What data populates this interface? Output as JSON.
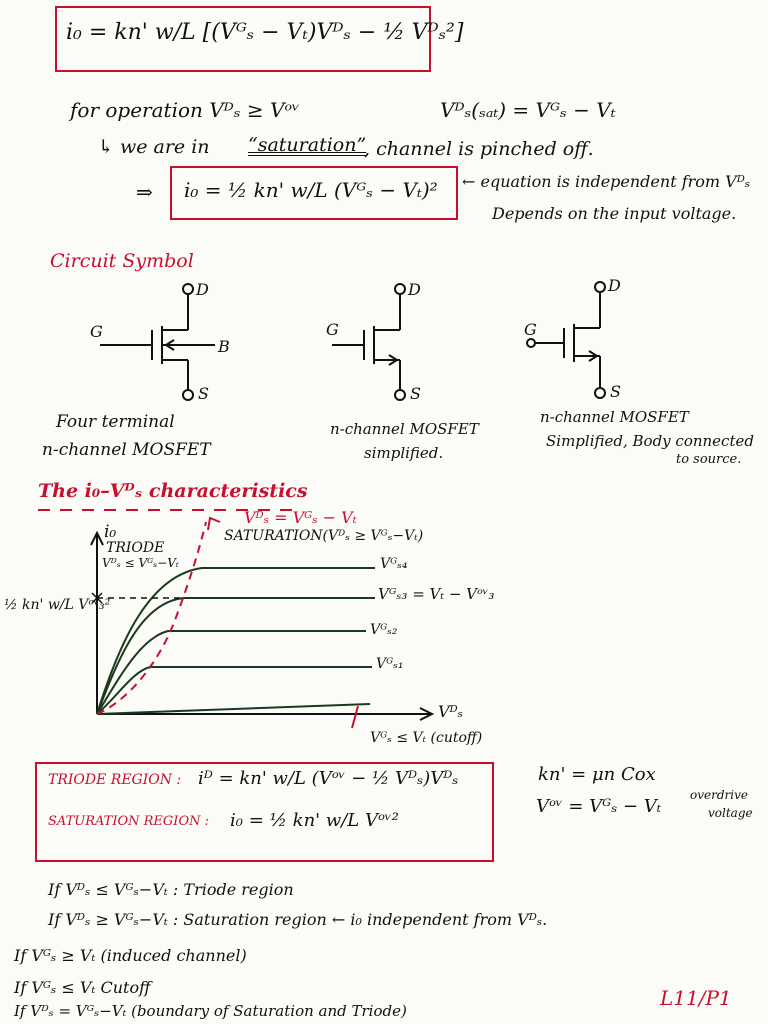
{
  "colors": {
    "ink": "#111111",
    "accent": "#c8102e",
    "paper": "#fbfbf8"
  },
  "top_equation": "i₀ = kn' w/L [(Vᴳₛ − Vₜ)Vᴰₛ − ½ Vᴰₛ²]",
  "operation": {
    "line1": "for operation  Vᴰₛ ≥ Vᵒᵛ",
    "vds_sat": "Vᴰₛ(ₛₐₜ) = Vᴳₛ − Vₜ",
    "line2_prefix": "↳  we are in",
    "line2_saturation": "“saturation”",
    "line2_suffix": ", channel is pinched off.",
    "arrow": "⇒",
    "sat_equation": "i₀ = ½ kn' w/L (Vᴳₛ − Vₜ)²",
    "note1": "← equation is independent from Vᴰₛ",
    "note2": "Depends on the input voltage."
  },
  "circuit_symbol": {
    "heading": "Circuit Symbol",
    "symbols": [
      {
        "caption1": "Four terminal",
        "caption2": "n-channel MOSFET",
        "terminals": {
          "d": "D",
          "g": "G",
          "s": "S",
          "b": "B"
        }
      },
      {
        "caption1": "n-channel MOSFET",
        "caption2": "simplified.",
        "terminals": {
          "d": "D",
          "g": "G",
          "s": "S"
        }
      },
      {
        "caption1": "n-channel MOSFET",
        "caption2": "Simplified, Body connected",
        "caption3": "to source.",
        "terminals": {
          "d": "D",
          "g": "G",
          "s": "S"
        }
      }
    ]
  },
  "characteristics": {
    "heading": "The  i₀–Vᴰₛ  characteristics",
    "y_axis": "i₀",
    "x_axis": "Vᴰₛ",
    "triode_label1": "TRIODE",
    "triode_label2": "Vᴰₛ ≤ Vᴳₛ−Vₜ",
    "boundary_label": "Vᴰₛ = Vᴳₛ − Vₜ",
    "saturation_label": "SATURATION(Vᴰₛ ≥ Vᴳₛ−Vₜ)",
    "y_tick": "½ kn' w/L Vᵒᵛ₃²",
    "curves": [
      "Vᴳₛ₄",
      "Vᴳₛ₃ = Vₜ − Vᵒᵛ₃",
      "Vᴳₛ₂",
      "Vᴳₛ₁"
    ],
    "cutoff": "Vᴳₛ ≤ Vₜ (cutoff)"
  },
  "regions_box": {
    "triode_name": "TRIODE REGION :",
    "triode_eq": "iᴰ = kn' w/L (Vᵒᵛ − ½ Vᴰₛ)Vᴰₛ",
    "sat_name": "SATURATION REGION :",
    "sat_eq": "i₀ = ½ kn' w/L Vᵒᵛ²"
  },
  "side_notes": {
    "kn": "kn' = μn Cox",
    "vov": "Vᵒᵛ = Vᴳₛ − Vₜ",
    "overdrive1": "overdrive",
    "overdrive2": "voltage"
  },
  "conditions": [
    "If   Vᴰₛ ≤ Vᴳₛ−Vₜ   :  Triode region",
    "If   Vᴰₛ ≥ Vᴳₛ−Vₜ   :  Saturation region ← i₀ independent from Vᴰₛ.",
    "If  Vᴳₛ ≥ Vₜ  (induced channel)",
    "If  Vᴳₛ ≤ Vₜ  Cutoff",
    "If  Vᴰₛ = Vᴳₛ−Vₜ  (boundary of Saturation and Triode)"
  ],
  "page_ref": "L11/P1"
}
